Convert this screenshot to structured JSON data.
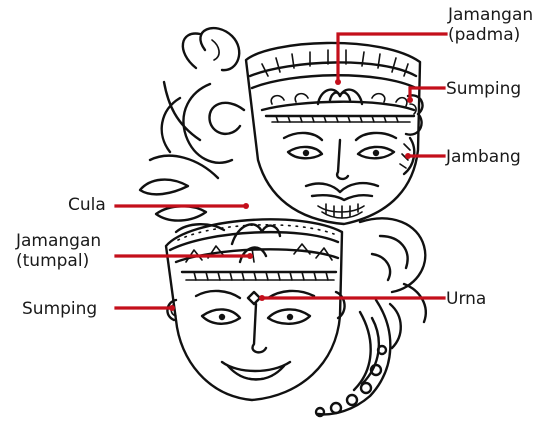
{
  "colors": {
    "leader": "#c40f1b",
    "ink": "#111111",
    "background": "#ffffff"
  },
  "labels": [
    {
      "id": "jamangan-padma",
      "lines": [
        "Jamangan",
        "(padma)"
      ]
    },
    {
      "id": "sumping-top",
      "lines": [
        "Sumping"
      ]
    },
    {
      "id": "jambang",
      "lines": [
        "Jambang"
      ]
    },
    {
      "id": "cula",
      "lines": [
        "Cula"
      ]
    },
    {
      "id": "jamangan-tumpal",
      "lines": [
        "Jamangan",
        "(tumpal)"
      ]
    },
    {
      "id": "urna",
      "lines": [
        "Urna"
      ]
    },
    {
      "id": "sumping-bottom",
      "lines": [
        "Sumping"
      ]
    }
  ]
}
